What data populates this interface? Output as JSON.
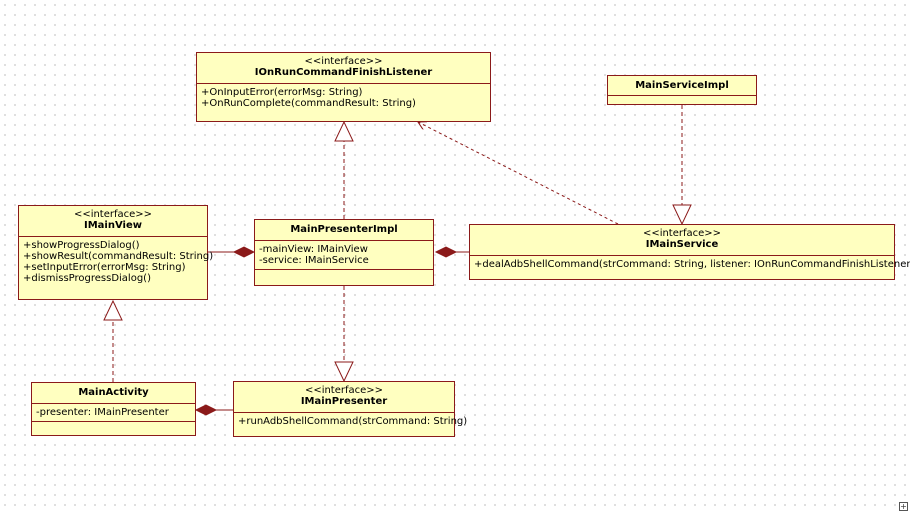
{
  "diagram": {
    "classes": {
      "listener": {
        "stereotype": "<<interface>>",
        "name": "IOnRunCommandFinishListener",
        "attributes": [],
        "operations": [
          "+OnInputError(errorMsg: String)",
          "+OnRunComplete(commandResult: String)"
        ]
      },
      "service_impl": {
        "stereotype": "",
        "name": "MainServiceImpl",
        "attributes": [],
        "operations": []
      },
      "main_view": {
        "stereotype": "<<interface>>",
        "name": "IMainView",
        "attributes": [],
        "operations": [
          "+showProgressDialog()",
          "+showResult(commandResult: String)",
          "+setInputError(errorMsg: String)",
          "+dismissProgressDialog()"
        ]
      },
      "presenter_impl": {
        "stereotype": "",
        "name": "MainPresenterImpl",
        "attributes": [
          "-mainView: IMainView",
          "-service: IMainService"
        ],
        "operations": []
      },
      "main_service": {
        "stereotype": "<<interface>>",
        "name": "IMainService",
        "attributes": [],
        "operations": [
          "+dealAdbShellCommand(strCommand: String, listener: IOnRunCommandFinishListener)"
        ]
      },
      "main_activity": {
        "stereotype": "",
        "name": "MainActivity",
        "attributes": [
          "-presenter: IMainPresenter"
        ],
        "operations": []
      },
      "main_presenter": {
        "stereotype": "<<interface>>",
        "name": "IMainPresenter",
        "attributes": [],
        "operations": [
          "+runAdbShellCommand(strCommand: String)"
        ]
      }
    },
    "relations": [
      {
        "from": "MainPresenterImpl",
        "to": "IOnRunCommandFinishListener",
        "type": "realization"
      },
      {
        "from": "IMainService",
        "to": "IOnRunCommandFinishListener",
        "type": "dependency"
      },
      {
        "from": "MainServiceImpl",
        "to": "IMainService",
        "type": "realization"
      },
      {
        "from": "MainPresenterImpl",
        "to": "IMainView",
        "type": "composition"
      },
      {
        "from": "MainPresenterImpl",
        "to": "IMainService",
        "type": "composition"
      },
      {
        "from": "MainPresenterImpl",
        "to": "IMainPresenter",
        "type": "realization"
      },
      {
        "from": "MainActivity",
        "to": "IMainView",
        "type": "realization"
      },
      {
        "from": "MainActivity",
        "to": "IMainPresenter",
        "type": "composition"
      }
    ],
    "colors": {
      "fill": "#ffffc0",
      "stroke": "#8b1a1a",
      "grid": "#d4d4d4"
    }
  }
}
